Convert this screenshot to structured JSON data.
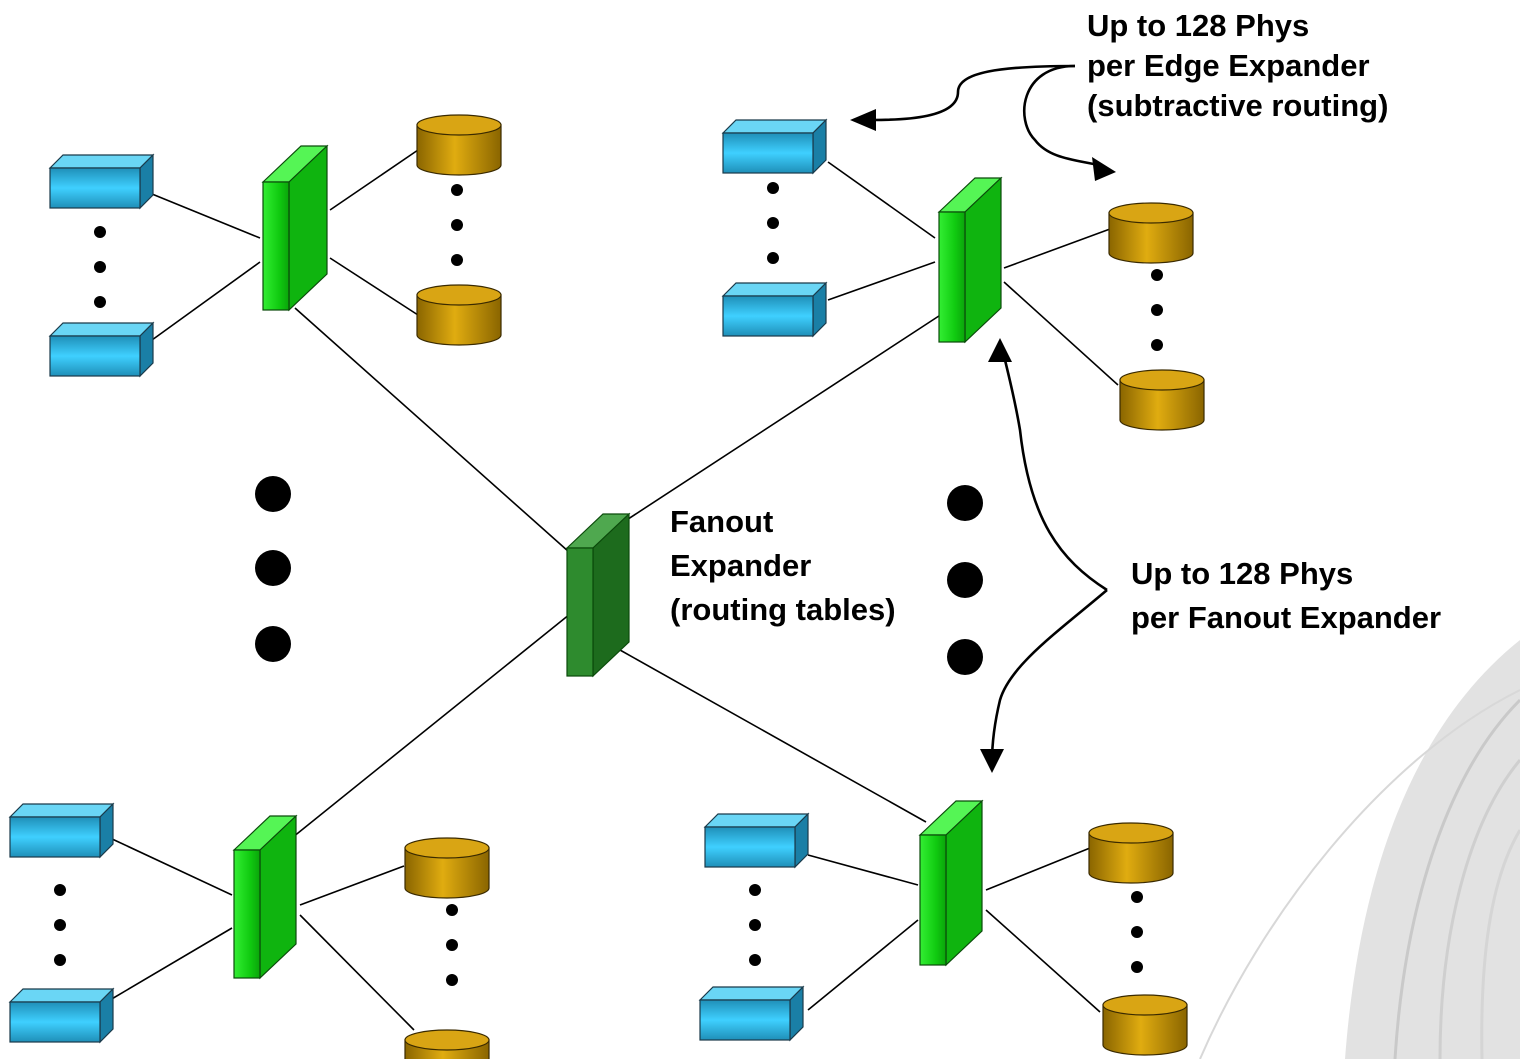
{
  "labels": {
    "edge_expander": {
      "line1": "Up to 128 Phys",
      "line2": "per Edge Expander",
      "line3": "(subtractive routing)"
    },
    "fanout_expander": {
      "line1": "Fanout",
      "line2": "Expander",
      "line3": "(routing tables)"
    },
    "fanout_phys": {
      "line1": "Up to 128 Phys",
      "line2": "per Fanout Expander"
    }
  },
  "colors": {
    "host_box": "#29b6e6",
    "disk": "#c9980c",
    "edge_expander": "#22dd22",
    "fanout_expander": "#2e8b2e",
    "line": "#000000"
  }
}
